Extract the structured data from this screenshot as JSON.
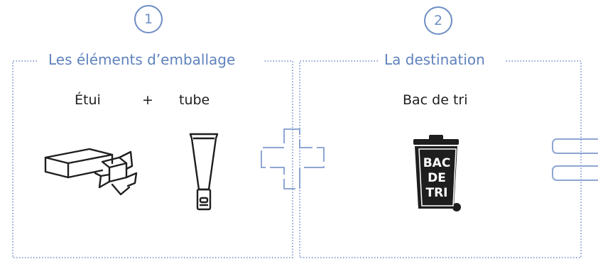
{
  "steps": [
    {
      "number": "1",
      "title": "Les éléments d’emballage",
      "items": [
        {
          "label": "Étui",
          "icon": "carton-box-icon"
        },
        {
          "label": "tube",
          "icon": "tube-icon"
        }
      ],
      "operator": "+"
    },
    {
      "number": "2",
      "title": "La destination",
      "items": [
        {
          "label": "Bac de tri",
          "icon": "recycling-bin-icon",
          "icon_text": [
            "BAC",
            "DE",
            "TRI"
          ]
        }
      ]
    }
  ],
  "colors": {
    "accent": "#6f8ec4",
    "dotted_border": "#8ea6d3",
    "icon": "#1e1e1e"
  }
}
